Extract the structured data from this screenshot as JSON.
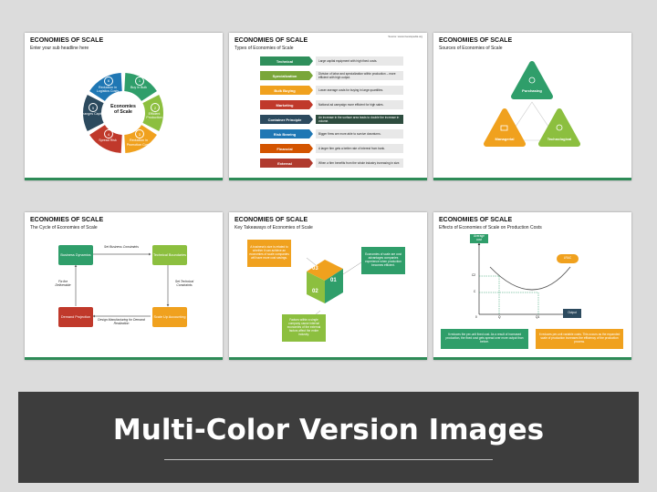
{
  "slide1": {
    "title": "ECONOMIES OF SCALE",
    "subtitle": "Enter your sub headline here",
    "center_label": "Economies of Scale",
    "segments": [
      {
        "num": "1",
        "label": "Buy in Bulk",
        "color": "#2f9e6a"
      },
      {
        "num": "2",
        "label": "Efficient Production",
        "color": "#8cbf3f"
      },
      {
        "num": "3",
        "label": "Reduction in Promotion Costs",
        "color": "#f0a11e"
      },
      {
        "num": "4",
        "label": "Spread Risk",
        "color": "#c0392b"
      },
      {
        "num": "5",
        "label": "Changes Capital",
        "color": "#2c4a5e"
      },
      {
        "num": "6",
        "label": "Reduction in Logistics Costs",
        "color": "#1f77b4"
      }
    ]
  },
  "slide2": {
    "title": "ECONOMIES OF SCALE",
    "subtitle": "Types of Economies of Scale",
    "source": "Source: www.investopedia.org",
    "rows": [
      {
        "label": "Technical",
        "desc": "Large capital equipment with high fixed costs.",
        "color": "#2f8f5b"
      },
      {
        "label": "Specialization",
        "desc": "Division of labor and specialization within production – more efficient with high output.",
        "color": "#7aa63a"
      },
      {
        "label": "Bulk Buying",
        "desc": "Lower average costs for buying in large quantities.",
        "color": "#f0a11e"
      },
      {
        "label": "Marketing",
        "desc": "National ad campaign more efficient for high sales.",
        "color": "#c0392b"
      },
      {
        "label": "Container Principle",
        "desc": "An increase in the surface area leads to double the increase in volume.",
        "color": "#2c4a5e"
      },
      {
        "label": "Risk Bearing",
        "desc": "Bigger firms are more able to survive downturns.",
        "color": "#1f77b4"
      },
      {
        "label": "Financial",
        "desc": "A larger firm gets a better rate of interest from bank.",
        "color": "#d35400"
      },
      {
        "label": "External",
        "desc": "When a firm benefits from the whole industry increasing in size.",
        "color": "#b03a2e"
      }
    ]
  },
  "slide3": {
    "title": "ECONOMIES OF SCALE",
    "subtitle": "Sources of Economies of Scale",
    "nodes": [
      {
        "label": "Purchasing",
        "color": "#2f9e6a"
      },
      {
        "label": "Managerial",
        "color": "#f0a11e"
      },
      {
        "label": "Technological",
        "color": "#8cbf3f"
      }
    ]
  },
  "slide4": {
    "title": "ECONOMIES OF SCALE",
    "subtitle": "The Cycle of Economies of Scale",
    "boxes": [
      {
        "label": "Business Dynamics",
        "color": "#2f9e6a"
      },
      {
        "label": "Technical Boundaries",
        "color": "#8cbf3f"
      },
      {
        "label": "Scale Up Accounting",
        "color": "#f0a11e"
      },
      {
        "label": "Demand Projection",
        "color": "#c0392b"
      }
    ],
    "arrow_labels": {
      "top": "Set Business Constraints",
      "right": "Set Technical Constraints",
      "bottom": "Design Manufacturing for Demand Realization",
      "left": "Fix the Deliverable"
    }
  },
  "slide5": {
    "title": "ECONOMIES OF SCALE",
    "subtitle": "Key Takeaways of Economies of Scale",
    "cube_faces": [
      {
        "num": "03",
        "color": "#f0a11e"
      },
      {
        "num": "01",
        "color": "#2f9e6a"
      },
      {
        "num": "02",
        "color": "#8cbf3f"
      }
    ],
    "callouts": [
      {
        "text": "A business's size is related to whether it can achieve an economies of scale companies will have more cost savings.",
        "color": "#f0a11e"
      },
      {
        "text": "Economies of scale are cost advantages companies experience when production becomes efficient.",
        "color": "#2f9e6a"
      },
      {
        "text": "Factors within a single company cause internal economies of the external factors affect the entire industry.",
        "color": "#8cbf3f"
      }
    ]
  },
  "slide6": {
    "title": "ECONOMIES OF SCALE",
    "subtitle": "Effects of Economies of Scale on Production Costs",
    "y_label": "Average cost",
    "x_label": "Output",
    "curve_label": "LRAC",
    "ticks_y": [
      "C2",
      "C"
    ],
    "ticks_x": [
      "0",
      "Q",
      "Q1"
    ],
    "notes": [
      {
        "text": "It reduces the per-unit fixed cost. As a result of increased production, the fixed cost gets spread over more output than before.",
        "color": "#2f9e6a"
      },
      {
        "text": "It reduces per-unit variable costs. This occurs as the expanded scale of production increases the efficiency of the production process.",
        "color": "#f0a11e"
      }
    ]
  },
  "banner": {
    "title": "Multi-Color Version Images"
  }
}
